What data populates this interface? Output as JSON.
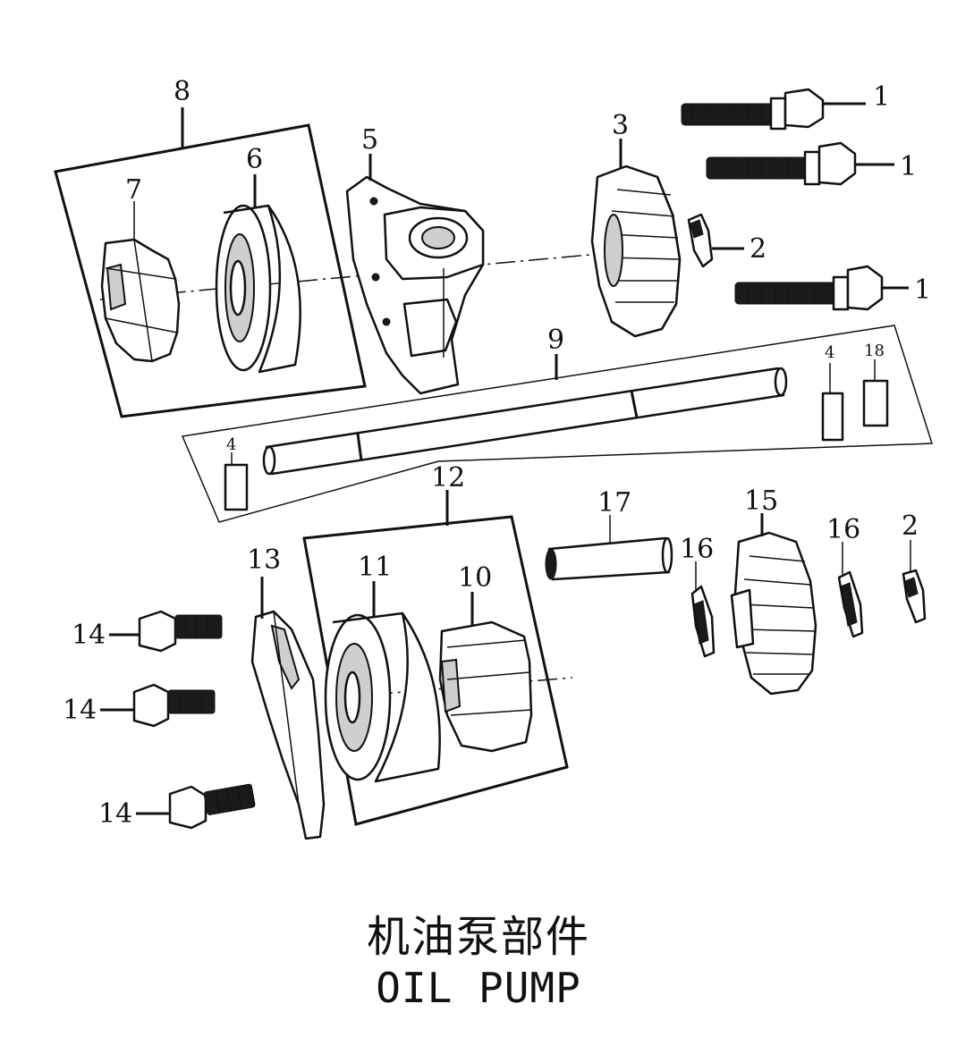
{
  "title_cn": "机油泵部件",
  "title_en": "OIL PUMP",
  "callouts": {
    "c1a": "1",
    "c1b": "1",
    "c1c": "1",
    "c2a": "2",
    "c2b": "2",
    "c3": "3",
    "c4a": "4",
    "c4b": "4",
    "c5": "5",
    "c6": "6",
    "c7": "7",
    "c8": "8",
    "c9": "9",
    "c10": "10",
    "c11": "11",
    "c12": "12",
    "c13": "13",
    "c14a": "14",
    "c14b": "14",
    "c14c": "14",
    "c15": "15",
    "c16a": "16",
    "c16b": "16",
    "c17": "17",
    "c18": "18"
  }
}
